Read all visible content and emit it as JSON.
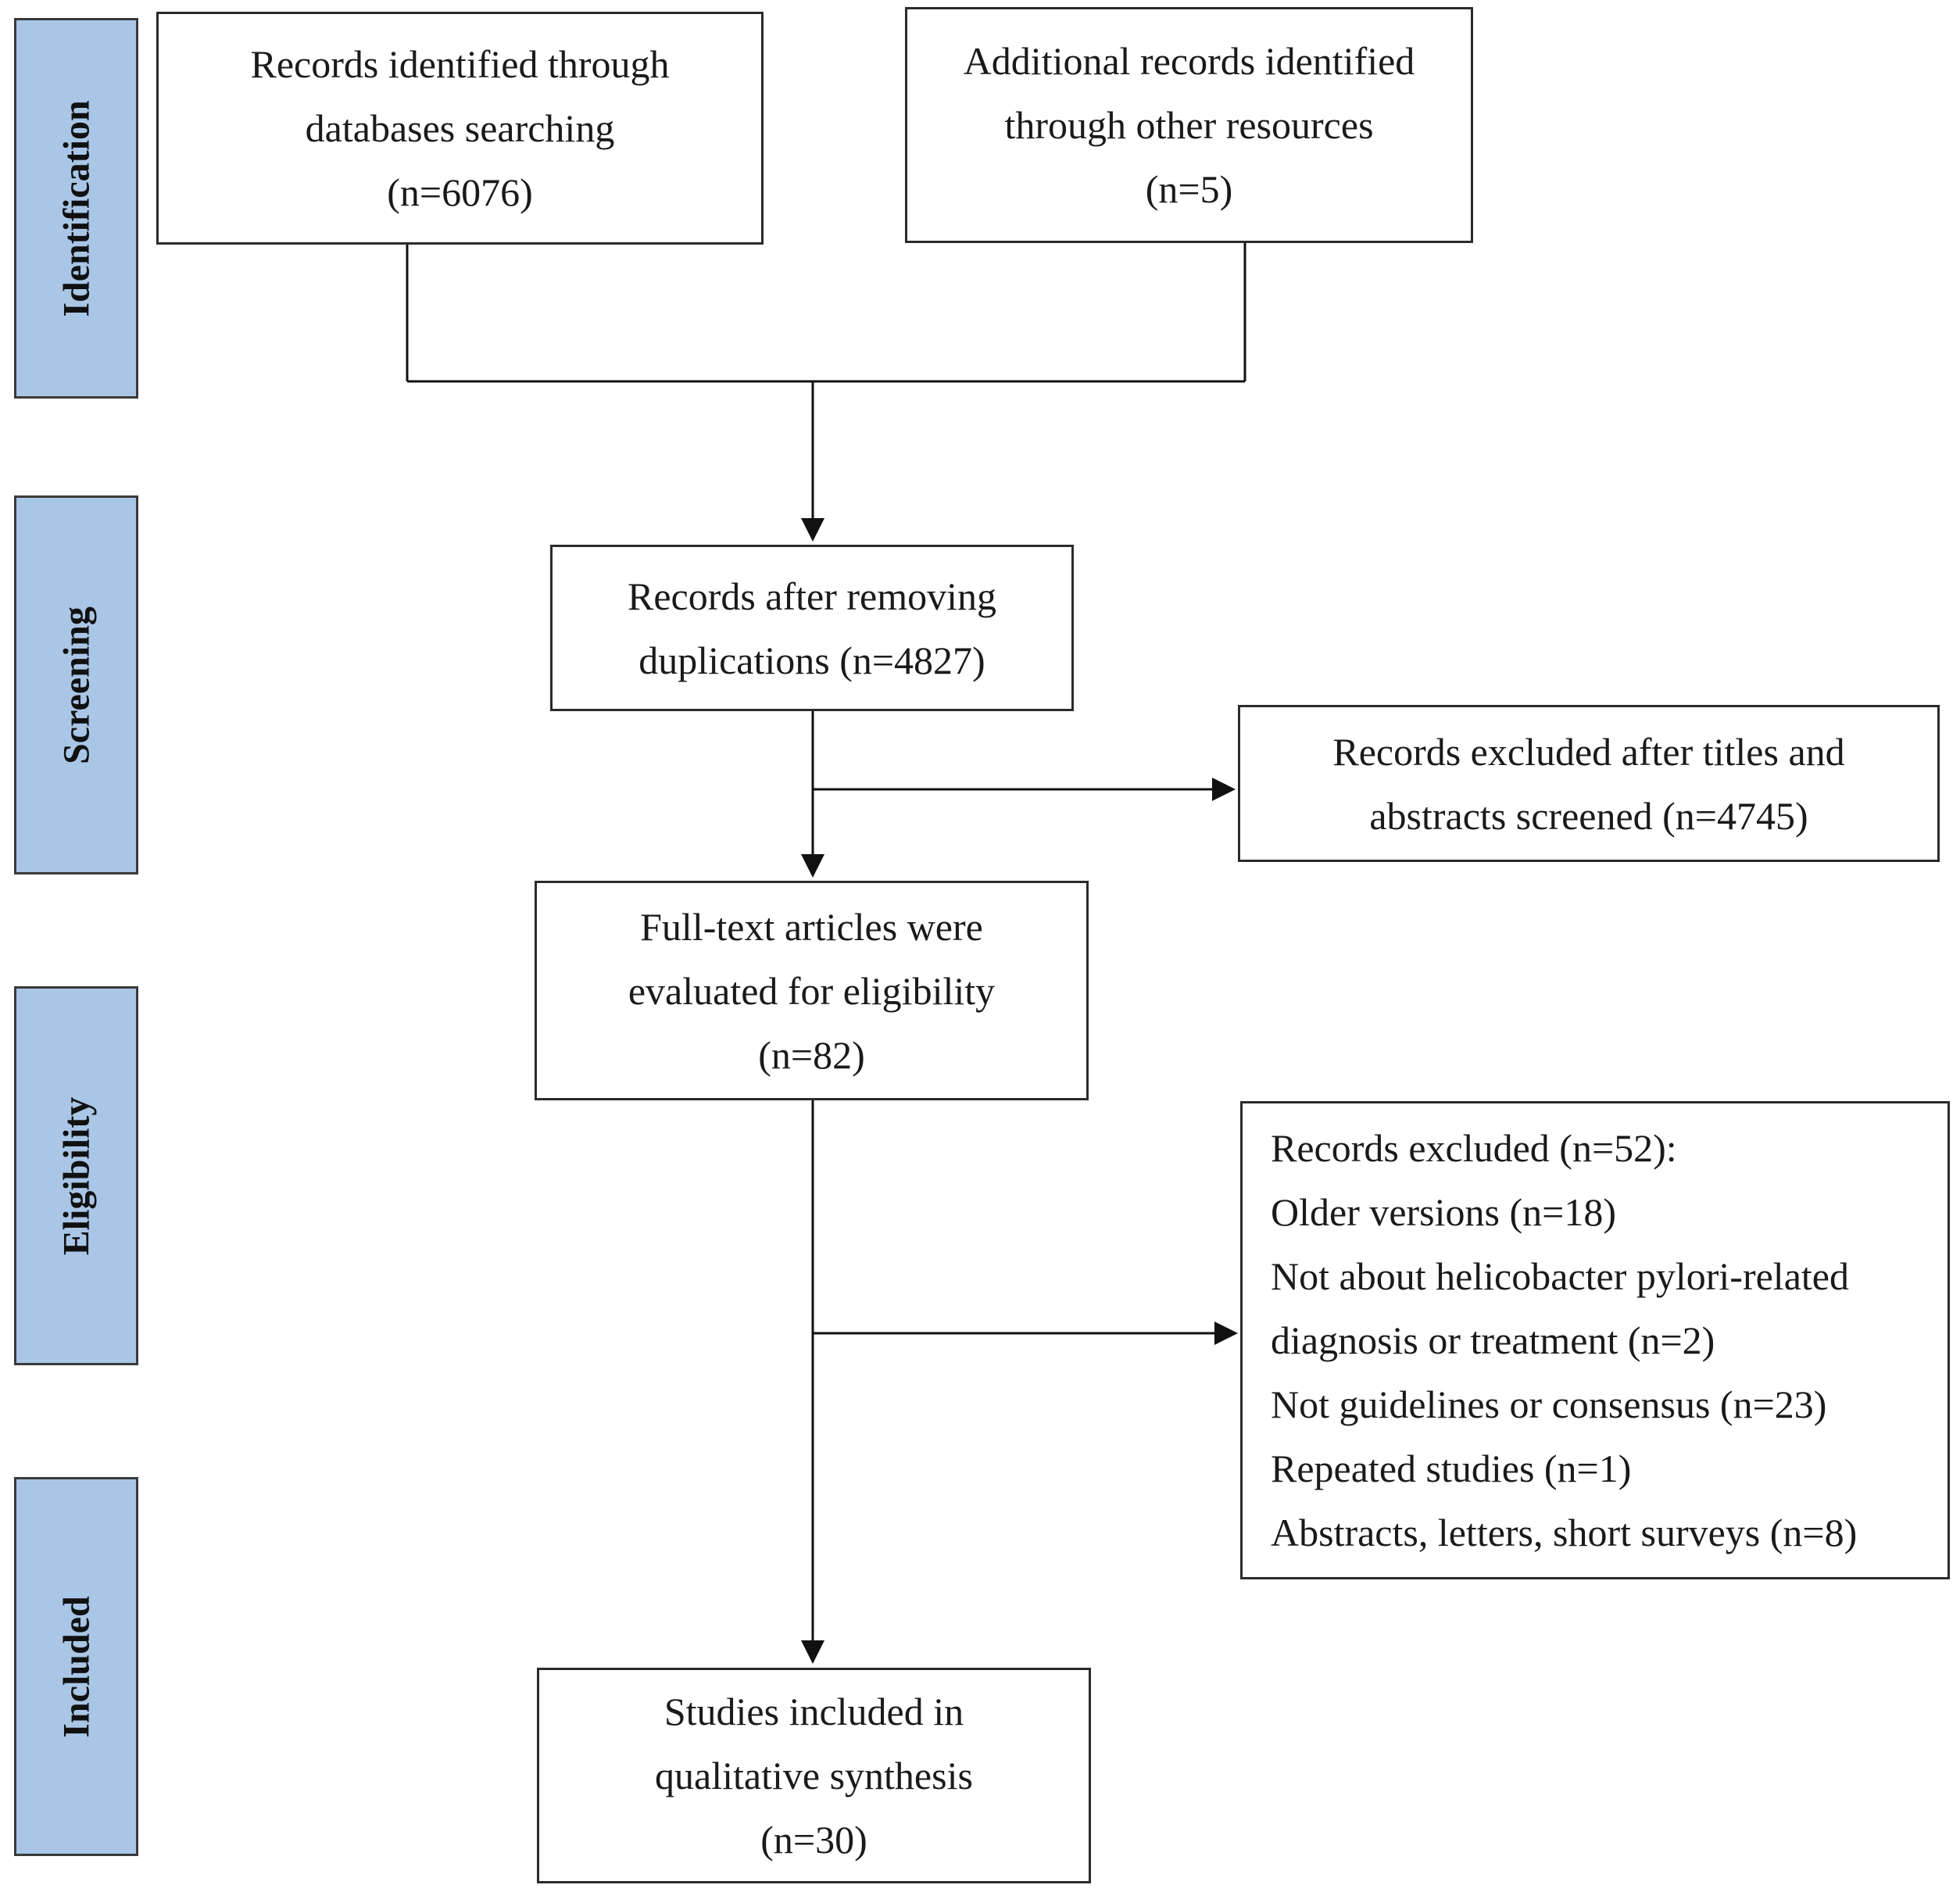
{
  "stages": [
    {
      "label": "Identification"
    },
    {
      "label": "Screening"
    },
    {
      "label": "Eligibility"
    },
    {
      "label": "Included"
    }
  ],
  "boxes": {
    "db_search": {
      "lines": [
        "Records identified through",
        "databases searching",
        "(n=6076)"
      ]
    },
    "other_sources": {
      "lines": [
        "Additional records identified",
        "through other resources",
        "(n=5)"
      ]
    },
    "after_dedup": {
      "lines": [
        "Records after removing",
        "duplications (n=4827)"
      ]
    },
    "excluded_titles": {
      "lines": [
        "Records excluded after titles and",
        "abstracts screened (n=4745)"
      ]
    },
    "fulltext": {
      "lines": [
        "Full-text articles were",
        "evaluated for eligibility",
        "(n=82)"
      ]
    },
    "excluded_records": {
      "lines": [
        "Records excluded (n=52):",
        "Older versions (n=18)",
        "Not about helicobacter pylori-related",
        "diagnosis or treatment (n=2)",
        "Not guidelines or consensus (n=23)",
        "Repeated studies (n=1)",
        "Abstracts, letters, short surveys (n=8)"
      ]
    },
    "included": {
      "lines": [
        "Studies included in",
        "qualitative synthesis",
        "(n=30)"
      ]
    }
  }
}
